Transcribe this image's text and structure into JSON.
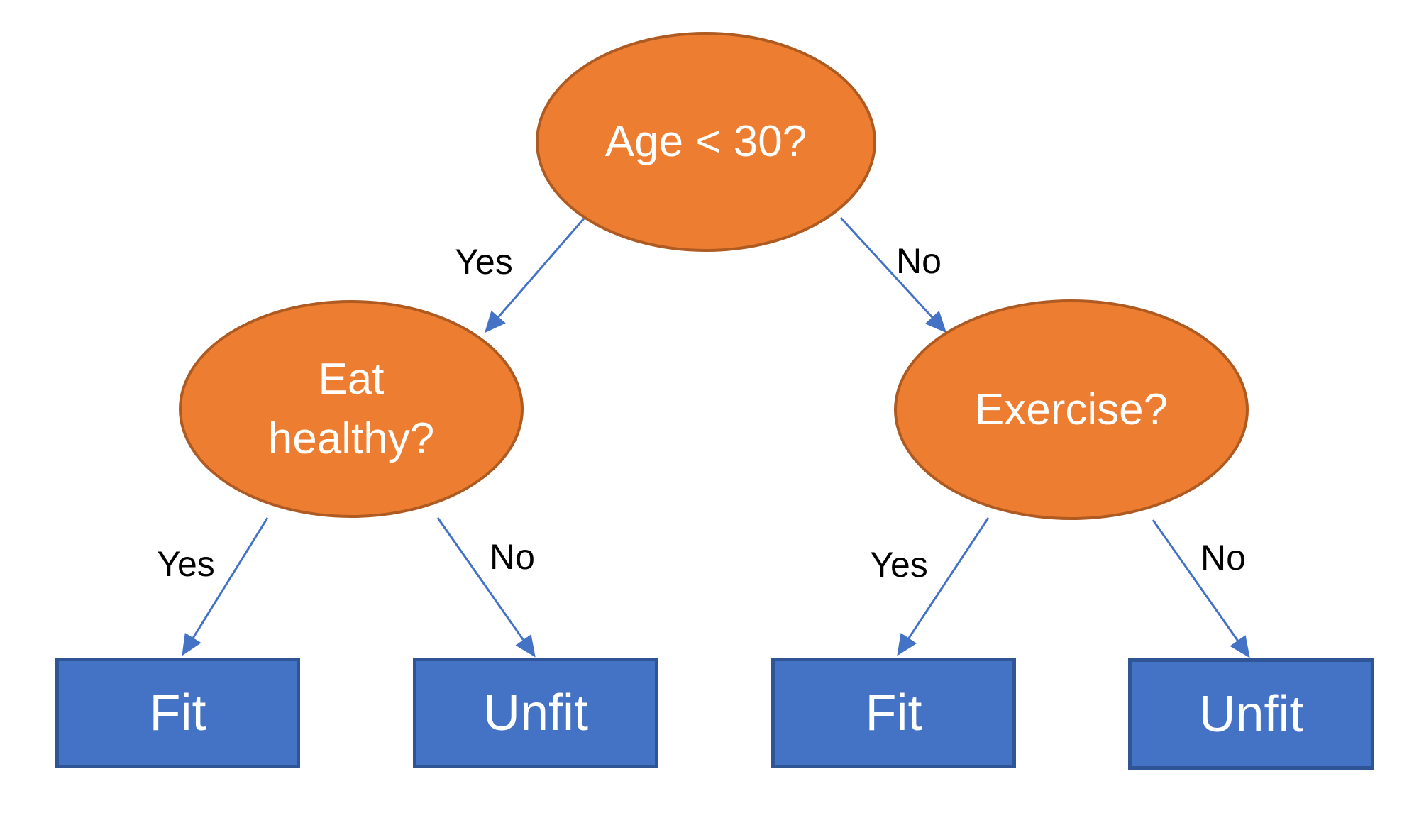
{
  "diagram": {
    "type": "decision-tree",
    "background": "#FFFFFF",
    "colors": {
      "node_fill": "#ED7D31",
      "node_border": "#AE5A21",
      "leaf_fill": "#4472C4",
      "leaf_border": "#2F5597",
      "connector": "#4472C4",
      "node_text": "#FFFFFF",
      "edge_label_text": "#000000",
      "background": "#FFFFFF"
    },
    "nodes": {
      "root": {
        "label": "Age < 30?"
      },
      "left": {
        "label": "Eat healthy?"
      },
      "right": {
        "label": "Exercise?"
      }
    },
    "leaves": [
      {
        "label": "Fit"
      },
      {
        "label": "Unfit"
      },
      {
        "label": "Fit"
      },
      {
        "label": "Unfit"
      }
    ],
    "edge_labels": {
      "root_yes": "Yes",
      "root_no": "No",
      "left_yes": "Yes",
      "left_no": "No",
      "right_yes": "Yes",
      "right_no": "No"
    }
  }
}
